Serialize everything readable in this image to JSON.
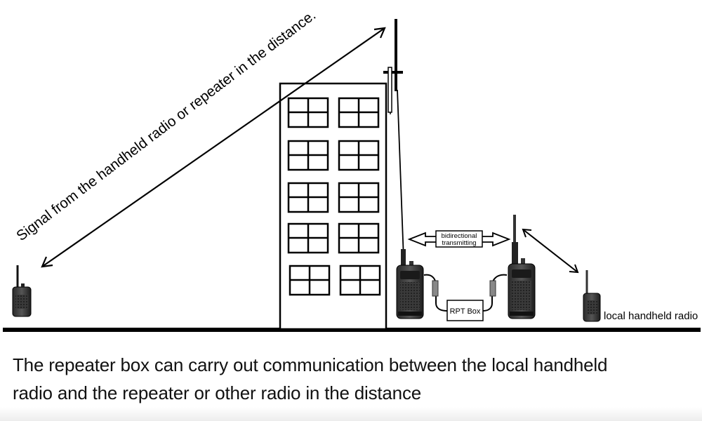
{
  "diagram": {
    "signal_label": "Signal from the handheld radio or repeater in the distance.",
    "bidirectional_line1": "bidirectional",
    "bidirectional_line2": "transmitting",
    "rpt_box_label": "RPT Box",
    "local_radio_label": "local handheld radio"
  },
  "caption": {
    "line1": "The repeater box can carry out communication between the local handheld",
    "line2": "radio and the repeater or other radio in the distance"
  }
}
